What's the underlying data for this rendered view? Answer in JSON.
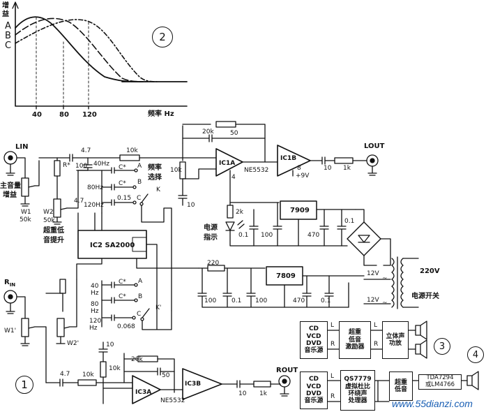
{
  "graph": {
    "ylabel_line1": "增",
    "ylabel_line2": "益",
    "xlabel": "频率 Hz",
    "x_ticks": [
      "40",
      "80",
      "120"
    ],
    "curves": [
      "A",
      "B",
      "C"
    ],
    "figure_number": "2"
  },
  "figure1": {
    "number": "1",
    "inputs": {
      "left": "LIN",
      "right": "R",
      "right_sub": "IN"
    },
    "outputs": {
      "left": "LOUT",
      "right": "ROUT"
    },
    "pots": {
      "w1": "W1",
      "w1_value": "50k",
      "w1_label_line1": "主音量",
      "w1_label_line2": "增益",
      "w2": "W2",
      "w2_value": "50k",
      "w2_label_line1": "超重低",
      "w2_label_line2": "音提升",
      "w1p": "W1'",
      "w2p": "W2'"
    },
    "ics": {
      "sa2000": "IC2  SA2000",
      "ic1a": "IC1A",
      "ic1b": "IC1B",
      "ne5532_top": "NE5532",
      "ic3a": "IC3A",
      "ic3b": "IC3B",
      "ne5532_bottom": "NE5532",
      "reg_7909": "7909",
      "reg_7809": "7809"
    },
    "freq_switch": {
      "label_line1": "频率",
      "label_line2": "选择",
      "top": {
        "f40": "40Hz",
        "f80": "80Hz",
        "f120": "120Hz",
        "c1": "C*",
        "c2": "C*",
        "c3": "0.15",
        "a": "A",
        "b": "B",
        "c": "C",
        "k": "K"
      },
      "bottom": {
        "f40a": "40",
        "f40b": "Hz",
        "f80a": "80",
        "f80b": "Hz",
        "f120a": "120",
        "f120b": "Hz",
        "c1": "C*",
        "c2": "C*",
        "c3": "0.068",
        "a": "A",
        "b": "B",
        "c": "C",
        "k": "K'"
      }
    },
    "components": {
      "c47_top": "4.7",
      "r10k_top": "10k",
      "r_star": "R*",
      "c100": "100",
      "r20k_top": "20k",
      "c50_top": "50",
      "c10_out_top": "10",
      "r1k_top": "1k",
      "r10k_mid": "10k",
      "c10_mid": "10",
      "c47_mid": "4.7",
      "pin8": "8",
      "pin4": "4",
      "plus9v": "+9V",
      "r2k": "2k",
      "led_line1": "电源",
      "led_line2": "指示",
      "c01_a": "0.1",
      "c100_b": "100",
      "c470_a": "470",
      "c01_b": "0.1",
      "r220": "220",
      "c100_c": "100",
      "c01_c": "0.1",
      "c100_d": "100",
      "c470_b": "470",
      "c01_d": "0.1",
      "ac12v_a": "12V",
      "ac12v_b": "12V",
      "tilde": "~",
      "ac220": "220V",
      "switch_label": "电源开关",
      "c47_bottom": "4.7",
      "r10k_bottom": "10k",
      "r10k_bot_mid": "10k",
      "c10_bot_top": "10",
      "r20k_bottom": "20k",
      "c50_bottom": "50",
      "c10_out_bottom": "10",
      "r1k_bottom": "1k"
    }
  },
  "figure3": {
    "number": "3",
    "source_lines": [
      "CD",
      "VCD",
      "DVD",
      "音乐源"
    ],
    "proc_lines": [
      "超重",
      "低音",
      "激励器"
    ],
    "amp_lines": [
      "立体声",
      "功放"
    ],
    "l": "L",
    "r": "R"
  },
  "figure4": {
    "number": "4",
    "source_lines": [
      "CD",
      "VCD",
      "DVD",
      "音乐源"
    ],
    "proc_lines": [
      "QS7779",
      "虚拟杜比",
      "环绕声",
      "处理器"
    ],
    "sub_lines": [
      "超重",
      "低音"
    ],
    "amp_line1": "TDA7294",
    "amp_line2": "或LM4766",
    "l": "L",
    "r": "R"
  },
  "watermark": "www.55dianzi.com"
}
